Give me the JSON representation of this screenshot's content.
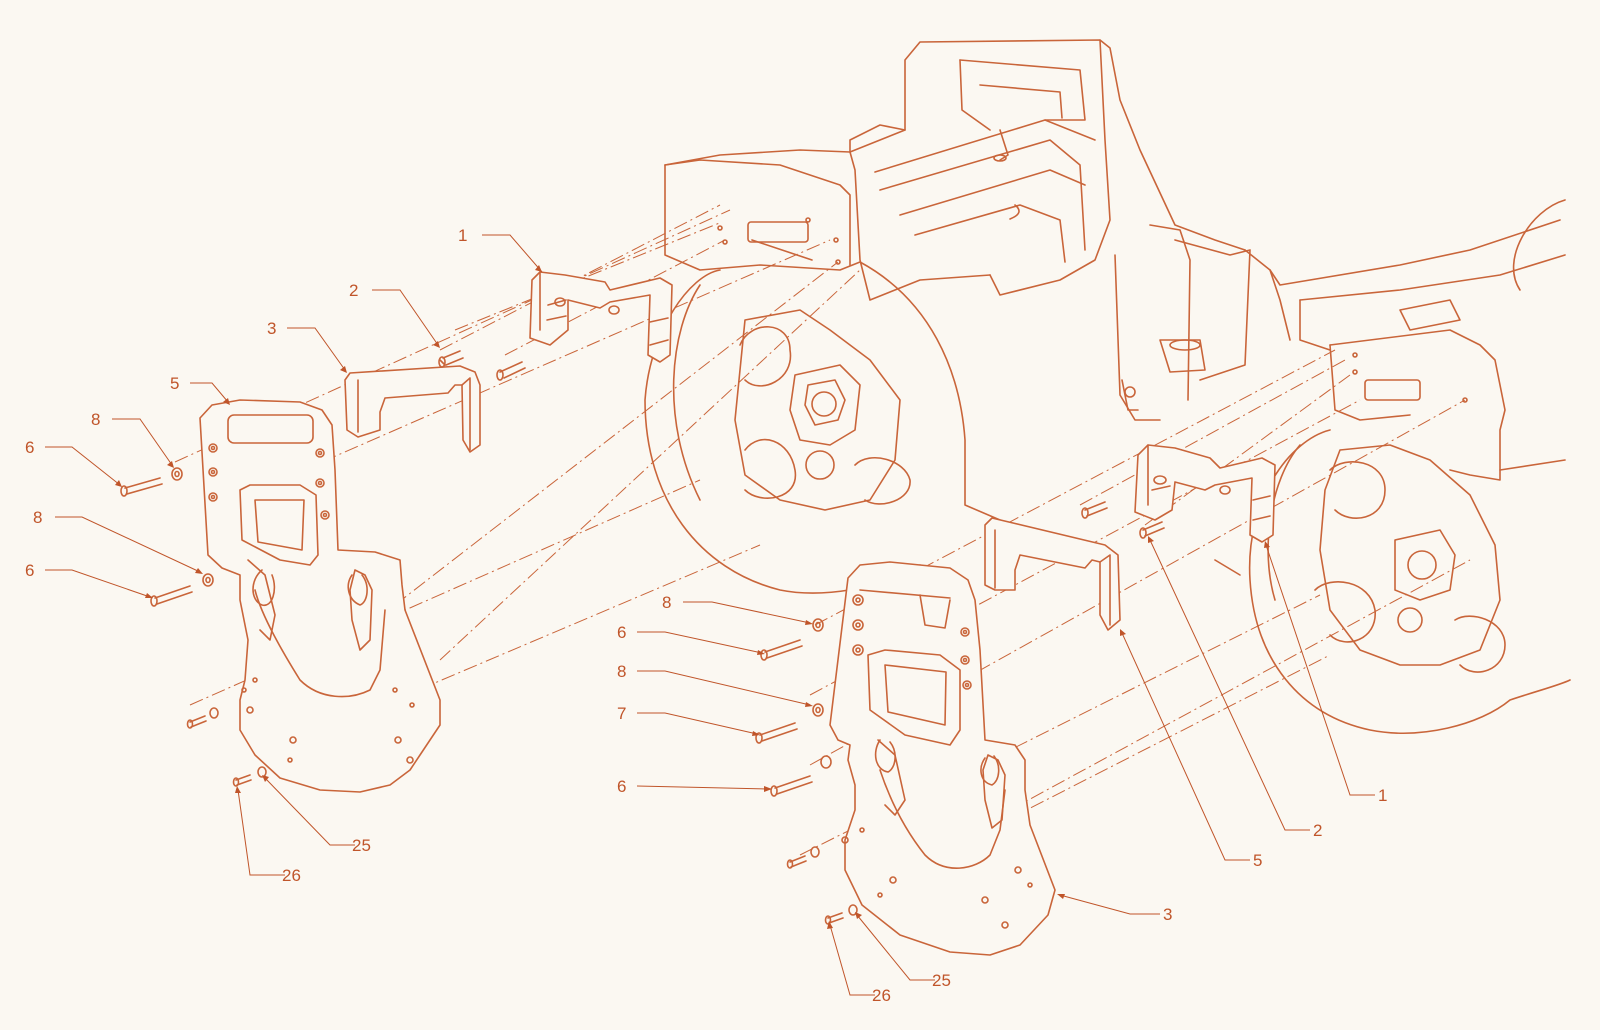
{
  "diagram": {
    "type": "exploded-parts-diagram",
    "line_color": "#c9653a",
    "label_color": "#c0552a",
    "background": "#fbf8f2",
    "callouts": [
      {
        "id": "c1",
        "text": "1"
      },
      {
        "id": "c2",
        "text": "2"
      },
      {
        "id": "c3",
        "text": "3"
      },
      {
        "id": "c4",
        "text": "5"
      },
      {
        "id": "c5",
        "text": "6"
      },
      {
        "id": "c6",
        "text": "8"
      },
      {
        "id": "c7",
        "text": "8"
      },
      {
        "id": "c8",
        "text": "6"
      },
      {
        "id": "c9",
        "text": "25"
      },
      {
        "id": "c10",
        "text": "26"
      },
      {
        "id": "c11",
        "text": "8"
      },
      {
        "id": "c12",
        "text": "6"
      },
      {
        "id": "c13",
        "text": "8"
      },
      {
        "id": "c14",
        "text": "7"
      },
      {
        "id": "c15",
        "text": "6"
      },
      {
        "id": "c16",
        "text": "3"
      },
      {
        "id": "c17",
        "text": "25"
      },
      {
        "id": "c18",
        "text": "26"
      },
      {
        "id": "c19",
        "text": "5"
      },
      {
        "id": "c20",
        "text": "2"
      },
      {
        "id": "c21",
        "text": "1"
      }
    ]
  }
}
